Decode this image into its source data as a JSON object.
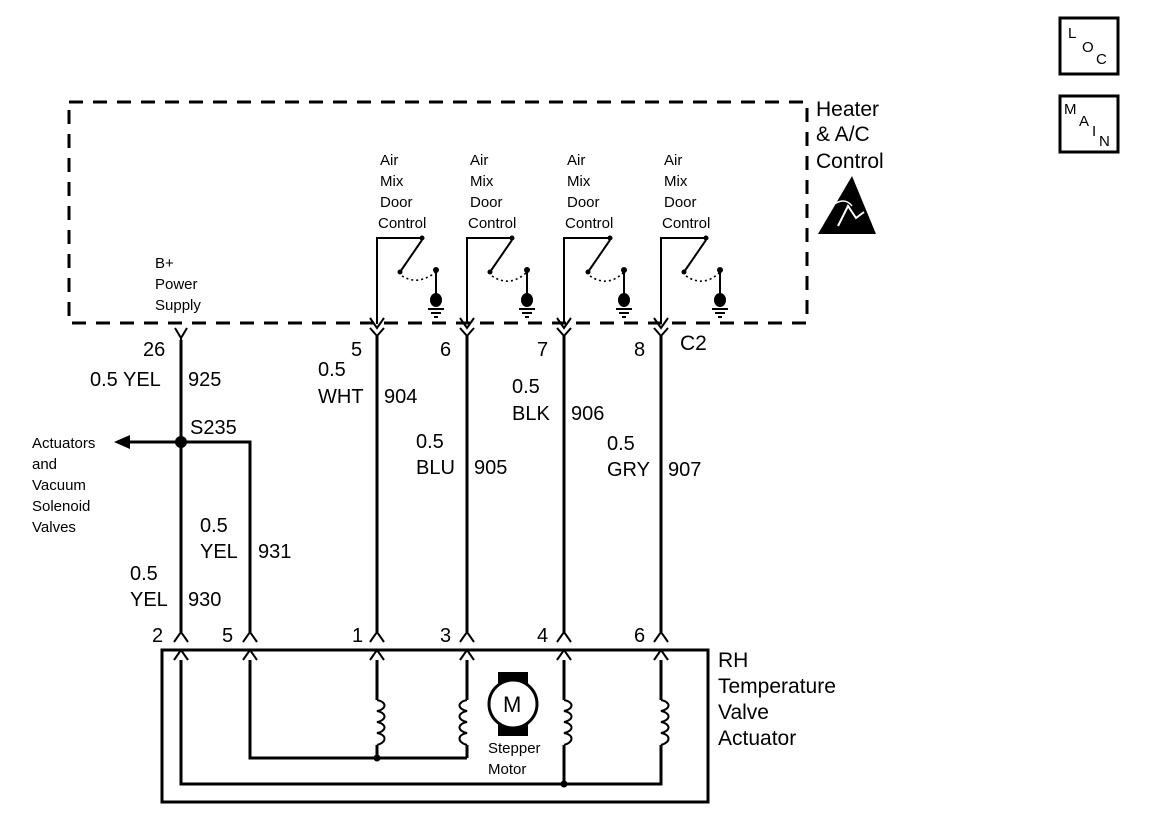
{
  "icons": {
    "loc": {
      "chars": [
        "L",
        "O",
        "C"
      ],
      "name": "loc-icon"
    },
    "main": {
      "chars": [
        "M",
        "A",
        "I",
        "N"
      ],
      "name": "main-icon"
    },
    "esd": {
      "name": "esd-warning-icon"
    }
  },
  "control_module": {
    "title_lines": [
      "Heater",
      "& A/C",
      "Control"
    ],
    "supply_lines": [
      "B+",
      "Power",
      "Supply"
    ],
    "door_control_lines": [
      "Air",
      "Mix",
      "Door",
      "Control"
    ],
    "connector": "C2"
  },
  "splice": {
    "name": "S235",
    "branch_label_lines": [
      "Actuators",
      "and",
      "Vacuum",
      "Solenoid",
      "Valves"
    ]
  },
  "upper_pins": [
    "26",
    "5",
    "6",
    "7",
    "8"
  ],
  "upper_wires": [
    {
      "size": "0.5",
      "color": "YEL",
      "circuit": "925"
    },
    {
      "size": "0.5",
      "color": "WHT",
      "circuit": "904"
    },
    {
      "size": "0.5",
      "color": "BLU",
      "circuit": "905"
    },
    {
      "size": "0.5",
      "color": "BLK",
      "circuit": "906"
    },
    {
      "size": "0.5",
      "color": "GRY",
      "circuit": "907"
    }
  ],
  "lower_wires": [
    {
      "size": "0.5",
      "color": "YEL",
      "circuit": "930"
    },
    {
      "size": "0.5",
      "color": "YEL",
      "circuit": "931"
    }
  ],
  "actuator": {
    "title_lines": [
      "RH",
      "Temperature",
      "Valve",
      "Actuator"
    ],
    "pins": [
      "2",
      "5",
      "1",
      "3",
      "4",
      "6"
    ],
    "motor_symbol": "M",
    "motor_label_lines": [
      "Stepper",
      "Motor"
    ]
  }
}
